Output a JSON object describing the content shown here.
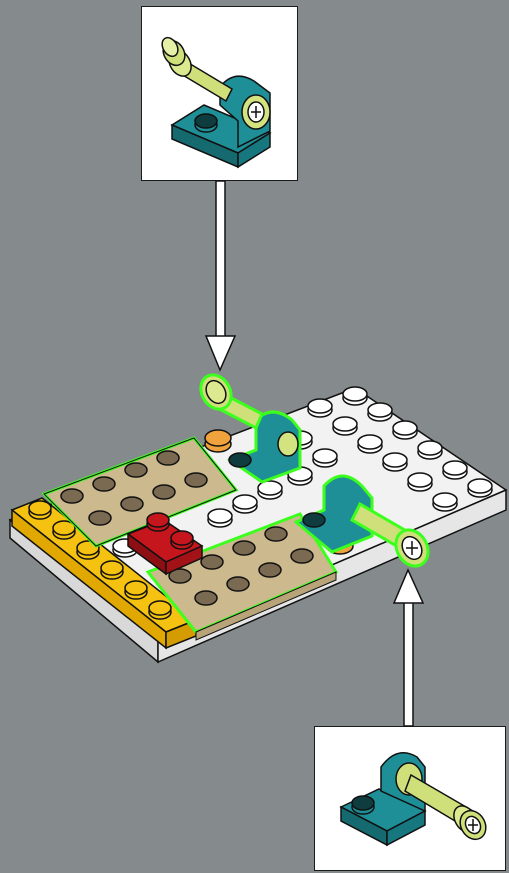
{
  "colors": {
    "background": "#858b8c",
    "baseplate": "#f2f2f2",
    "tan": "#cdb98e",
    "yellow": "#f5c211",
    "red": "#c4161c",
    "orange": "#f0a23c",
    "teal": "#1f8f97",
    "lime": "#cfe07a",
    "highlight": "#3cff1e"
  },
  "callouts": [
    {
      "name": "top-callout",
      "icon": "pin-connector-on-teal-bracket-icon"
    },
    {
      "name": "bottom-callout",
      "icon": "pin-connector-on-teal-bracket-icon"
    }
  ],
  "arrows": [
    {
      "name": "arrow-down",
      "direction": "down"
    },
    {
      "name": "arrow-up",
      "direction": "up"
    }
  ]
}
